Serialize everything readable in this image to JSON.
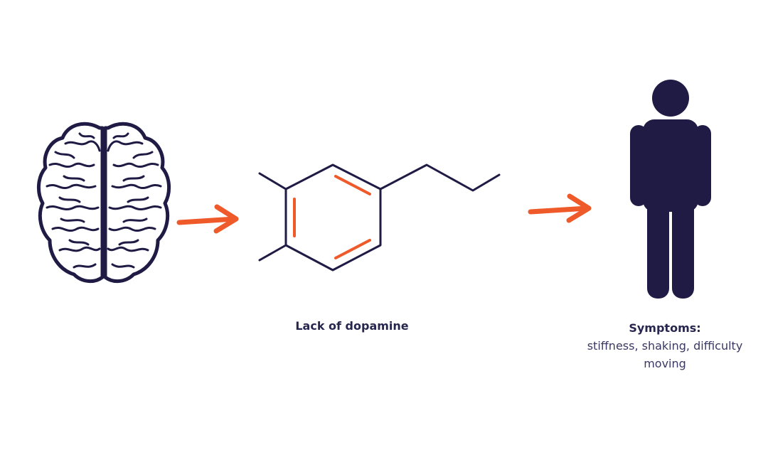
{
  "colors": {
    "ink": "#1f1b45",
    "accent": "#ef5a2a",
    "text": "#27264f"
  },
  "icons": [
    "brain-icon",
    "arrow-right-icon",
    "dopamine-molecule-icon",
    "person-icon"
  ],
  "steps": {
    "dopamine_label": "Lack of dopamine",
    "symptoms_title": "Symptoms:",
    "symptoms_text": "stiffness, shaking, difficulty moving"
  }
}
